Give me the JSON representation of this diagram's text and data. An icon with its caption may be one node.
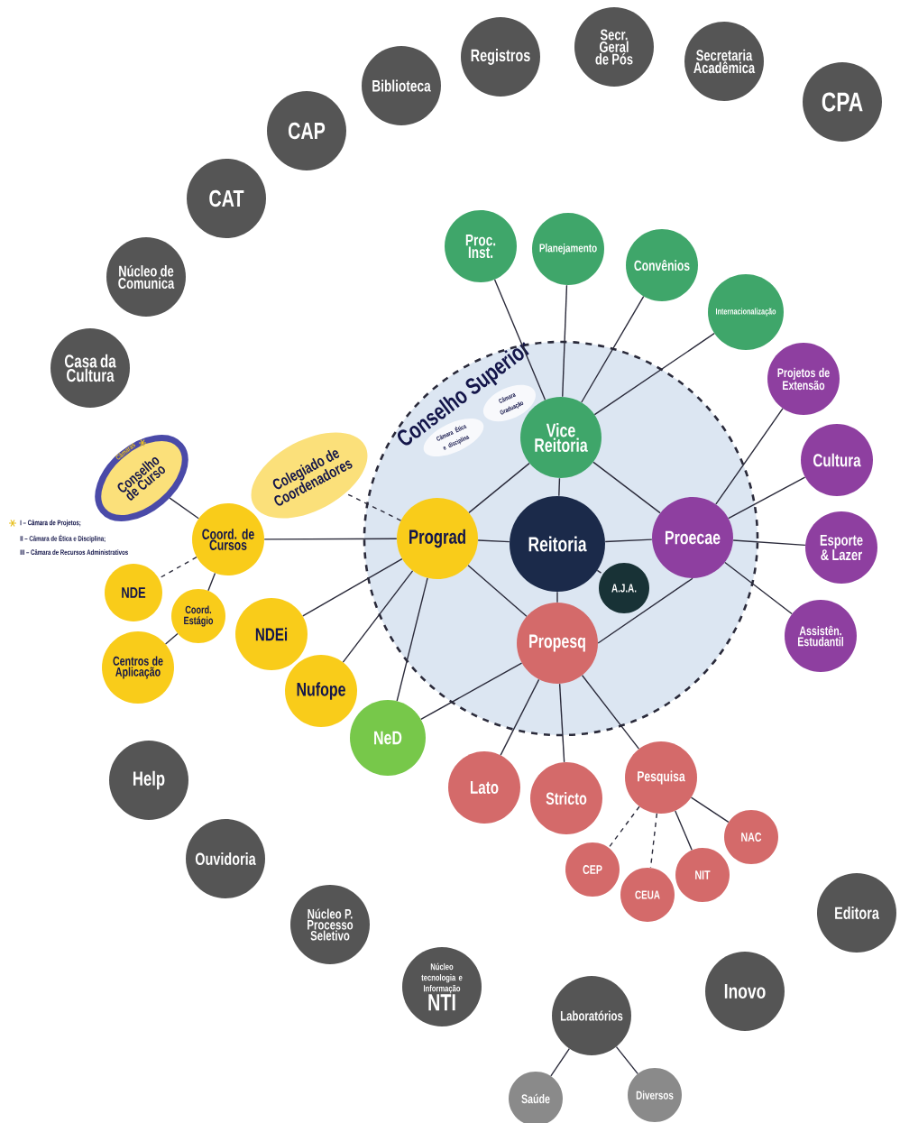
{
  "diagram": {
    "nodes": [
      {
        "text": [
          "CPA"
        ]
      },
      {
        "text": [
          "Secretaria Acadêmica"
        ]
      },
      {
        "text": [
          "Secr. Geral de Pós"
        ]
      },
      {
        "text": [
          "Registros"
        ]
      },
      {
        "text": [
          "Biblioteca"
        ]
      },
      {
        "text": [
          "CAP"
        ]
      },
      {
        "text": [
          "CAT"
        ]
      },
      {
        "text": [
          "Núcleo de Comunica"
        ]
      },
      {
        "text": [
          "Casa da Cultura"
        ]
      },
      {
        "text": [
          "Conselho Superior"
        ]
      },
      {
        "text": [
          "Câmara Ética e disciplina"
        ],
        "in": 9
      },
      {
        "text": [
          "Câmara Graduação"
        ],
        "in": 9
      },
      {
        "text": [
          "Vice Reitoria"
        ],
        "in": 9
      },
      {
        "text": [
          "Prograd"
        ],
        "in": 9
      },
      {
        "text": [
          "Reitoria"
        ],
        "in": 9
      },
      {
        "text": [
          "Proecae"
        ],
        "in": 9
      },
      {
        "text": [
          "A.J.A."
        ],
        "in": 9
      },
      {
        "text": [
          "Propesq"
        ],
        "in": 9
      },
      {
        "text": [
          "Proc. Inst."
        ]
      },
      {
        "text": [
          "Planejamento"
        ]
      },
      {
        "text": [
          "Convênios"
        ]
      },
      {
        "text": [
          "Internacionalização"
        ]
      },
      {
        "text": [
          "Projetos de Extensão"
        ]
      },
      {
        "text": [
          "Cultura"
        ]
      },
      {
        "text": [
          "Esporte & Lazer"
        ]
      },
      {
        "text": [
          "Assistên. Estudantil"
        ]
      },
      {
        "text": [
          "Colegiado de Coordenadores"
        ]
      },
      {
        "text": [
          "Conselho de Curso",
          "Câmaras"
        ]
      },
      {
        "text": [
          "Coord. de Cursos"
        ]
      },
      {
        "text": [
          "NDE"
        ]
      },
      {
        "text": [
          "Coord. Estágio"
        ]
      },
      {
        "text": [
          "Centros de Aplicação"
        ]
      },
      {
        "text": [
          "NDEi"
        ]
      },
      {
        "text": [
          "Nufope"
        ]
      },
      {
        "text": [
          "NeD"
        ]
      },
      {
        "text": [
          "Lato"
        ]
      },
      {
        "text": [
          "Stricto"
        ]
      },
      {
        "text": [
          "Pesquisa"
        ]
      },
      {
        "text": [
          "NAC"
        ]
      },
      {
        "text": [
          "NIT"
        ]
      },
      {
        "text": [
          "CEUA"
        ]
      },
      {
        "text": [
          "CEP"
        ]
      },
      {
        "text": [
          "Help"
        ]
      },
      {
        "text": [
          "Ouvidoria"
        ]
      },
      {
        "text": [
          "Núcleo P. Processo Seletivo"
        ]
      },
      {
        "text": [
          "Núcleo tecnologia e Informação",
          "NTI"
        ]
      },
      {
        "text": [
          "Laboratórios"
        ]
      },
      {
        "text": [
          "Saúde"
        ]
      },
      {
        "text": [
          "Diversos"
        ]
      },
      {
        "text": [
          "Editora"
        ]
      },
      {
        "text": [
          "Inovo"
        ]
      }
    ],
    "edges": [
      {
        "from": 12,
        "to": 18,
        "arrow": "none"
      },
      {
        "from": 12,
        "to": 19,
        "arrow": "none"
      },
      {
        "from": 12,
        "to": 20,
        "arrow": "none"
      },
      {
        "from": 12,
        "to": 21,
        "arrow": "none"
      },
      {
        "from": 12,
        "to": 13,
        "arrow": "none"
      },
      {
        "from": 12,
        "to": 14,
        "arrow": "none"
      },
      {
        "from": 12,
        "to": 15,
        "arrow": "none"
      },
      {
        "from": 13,
        "to": 14,
        "arrow": "none"
      },
      {
        "from": 14,
        "to": 15,
        "arrow": "none"
      },
      {
        "from": 14,
        "to": 17,
        "arrow": "none"
      },
      {
        "from": 14,
        "to": 16,
        "arrow": "none",
        "style": "dashed"
      },
      {
        "from": 13,
        "to": 17,
        "arrow": "none"
      },
      {
        "from": 15,
        "to": 17,
        "arrow": "none"
      },
      {
        "from": 15,
        "to": 22,
        "arrow": "none"
      },
      {
        "from": 15,
        "to": 23,
        "arrow": "none"
      },
      {
        "from": 15,
        "to": 24,
        "arrow": "none"
      },
      {
        "from": 15,
        "to": 25,
        "arrow": "none"
      },
      {
        "from": 13,
        "to": 26,
        "arrow": "none",
        "style": "dashed"
      },
      {
        "from": 13,
        "to": 28,
        "arrow": "none"
      },
      {
        "from": 13,
        "to": 32,
        "arrow": "none"
      },
      {
        "from": 13,
        "to": 33,
        "arrow": "none"
      },
      {
        "from": 13,
        "to": 34,
        "arrow": "none"
      },
      {
        "from": 17,
        "to": 34,
        "arrow": "none"
      },
      {
        "from": 17,
        "to": 35,
        "arrow": "none"
      },
      {
        "from": 17,
        "to": 36,
        "arrow": "none"
      },
      {
        "from": 17,
        "to": 37,
        "arrow": "none"
      },
      {
        "from": 37,
        "to": 38,
        "arrow": "none"
      },
      {
        "from": 37,
        "to": 39,
        "arrow": "none"
      },
      {
        "from": 37,
        "to": 40,
        "arrow": "none",
        "style": "dashed"
      },
      {
        "from": 37,
        "to": 41,
        "arrow": "none",
        "style": "dashed"
      },
      {
        "from": 28,
        "to": 27,
        "arrow": "none"
      },
      {
        "from": 28,
        "to": 29,
        "arrow": "none",
        "style": "dashed"
      },
      {
        "from": 28,
        "to": 30,
        "arrow": "none"
      },
      {
        "from": 30,
        "to": 31,
        "arrow": "none"
      },
      {
        "from": 46,
        "to": 47,
        "arrow": "none"
      },
      {
        "from": 46,
        "to": 48,
        "arrow": "none"
      }
    ],
    "labels": [
      "I – Câmara de Projetos;",
      "II – Câmara de Ética e Disciplina;",
      "III – Câmara de Recursos Administrativos"
    ]
  }
}
